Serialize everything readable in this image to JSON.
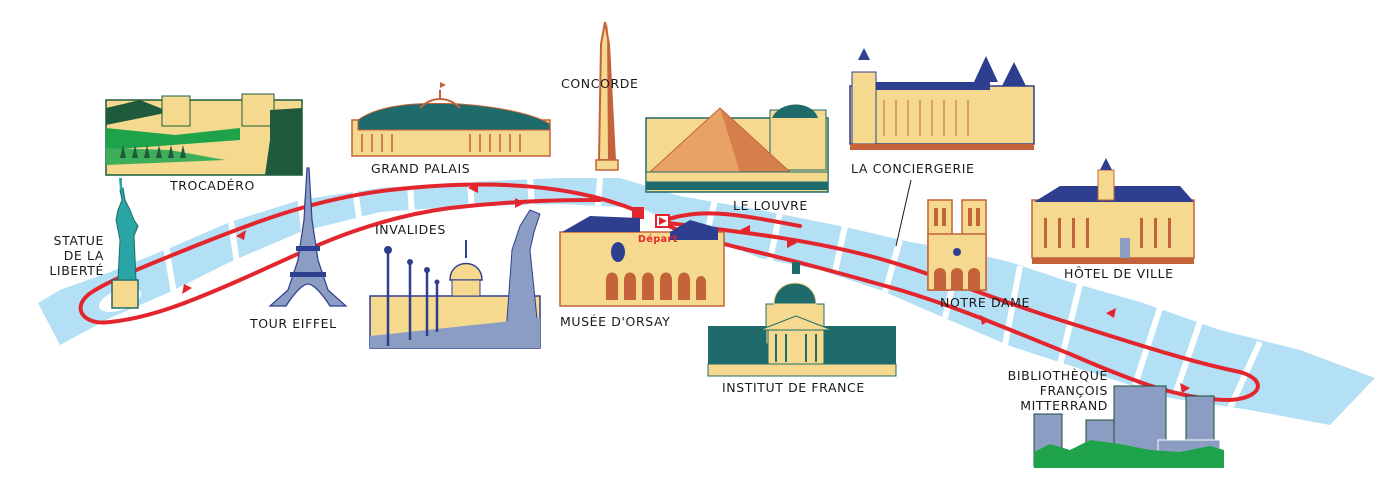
{
  "map": {
    "title": "Seine river cruise route",
    "colors": {
      "river": "#b3e0f5",
      "route": "#e3262e",
      "sand": "#f5d98e",
      "terracotta": "#c4623a",
      "teal": "#1f6b6b",
      "navy": "#2e3f8f",
      "slate": "#8b9dc3",
      "green": "#1ea34b",
      "label": "#1a1a1a"
    },
    "start": {
      "label": "Départ",
      "marker_stop": "red-square",
      "marker_direction": "red-triangle-right"
    },
    "landmarks": [
      {
        "id": "statue-liberte",
        "lines": [
          "STATUE",
          "DE LA",
          "LIBERTÉ"
        ]
      },
      {
        "id": "trocadero",
        "lines": [
          "TROCADÉRO"
        ]
      },
      {
        "id": "tour-eiffel",
        "lines": [
          "TOUR EIFFEL"
        ]
      },
      {
        "id": "grand-palais",
        "lines": [
          "GRAND PALAIS"
        ]
      },
      {
        "id": "invalides",
        "lines": [
          "INVALIDES"
        ]
      },
      {
        "id": "concorde",
        "lines": [
          "CONCORDE"
        ]
      },
      {
        "id": "musee-orsay",
        "lines": [
          "MUSÉE D'ORSAY"
        ]
      },
      {
        "id": "le-louvre",
        "lines": [
          "LE LOUVRE"
        ]
      },
      {
        "id": "institut-france",
        "lines": [
          "INSTITUT DE FRANCE"
        ]
      },
      {
        "id": "conciergerie",
        "lines": [
          "LA CONCIERGERIE"
        ]
      },
      {
        "id": "notre-dame",
        "lines": [
          "NOTRE DAME"
        ]
      },
      {
        "id": "hotel-de-ville",
        "lines": [
          "HÔTEL DE VILLE"
        ]
      },
      {
        "id": "bibliotheque",
        "lines": [
          "BIBLIOTHÈQUE",
          "FRANÇOIS",
          "MITTERRAND"
        ]
      }
    ]
  }
}
